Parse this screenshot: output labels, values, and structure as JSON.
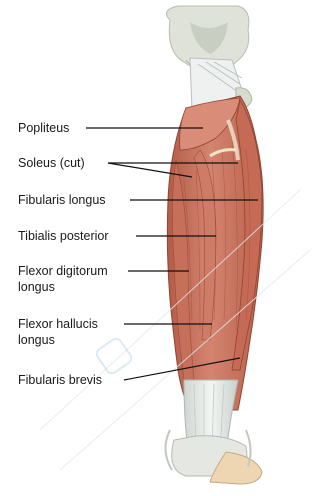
{
  "figure": {
    "labels": [
      {
        "id": "popliteus",
        "text": "Popliteus"
      },
      {
        "id": "soleus",
        "text": "Soleus (cut)"
      },
      {
        "id": "fibularis-longus",
        "text": "Fibularis longus"
      },
      {
        "id": "tibialis-posterior",
        "text": "Tibialis posterior"
      },
      {
        "id": "flexor-digitorum-longus",
        "text": "Flexor digitorum\nlongus"
      },
      {
        "id": "flexor-hallucis-longus",
        "text": "Flexor hallucis\nlongus"
      },
      {
        "id": "fibularis-brevis",
        "text": "Fibularis brevis"
      }
    ]
  },
  "colors": {
    "muscle": "#c9735e",
    "muscle_dark": "#a5503e",
    "muscle_light": "#dd9a82",
    "tendon": "#e8ece9",
    "bone": "#d8dcd3",
    "skin_heel": "#efd7b6",
    "leader_line": "#111111"
  }
}
